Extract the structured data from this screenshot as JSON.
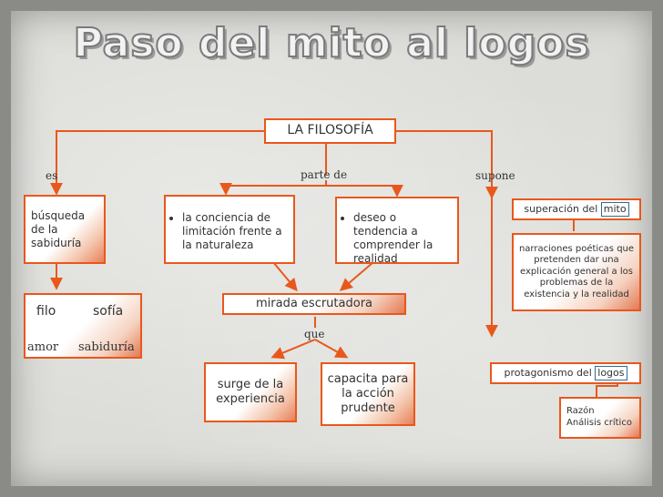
{
  "title": "Paso del mito al logos",
  "root": "LA FILOSOFÍA",
  "links": {
    "es": "es",
    "parte_de": "parte de",
    "supone": "supone",
    "que": "que"
  },
  "nodes": {
    "busqueda": "búsqueda de la sabiduría",
    "conciencia": "la conciencia de limitación frente a la naturaleza",
    "deseo": "deseo o tendencia a comprender la realidad",
    "mirada": "mirada escrutadora",
    "surge": "surge de la experiencia",
    "capacita": "capacita para la acción prudente",
    "superacion_prefix": "superación del",
    "superacion_word": "mito",
    "narraciones": "narraciones poéticas que pretenden dar una explicación general a los problemas de la existencia y la realidad",
    "protagonismo_prefix": "protagonismo del",
    "protagonismo_word": "logos",
    "razon": "Razón",
    "analisis": "Análisis crítico"
  },
  "etymology": {
    "filo": "filo",
    "sofia": "sofía",
    "amor": "amor",
    "sabiduria": "sabiduría"
  },
  "colors": {
    "accent": "#e8581c",
    "line": "#e8581c",
    "arrow_green": "#3c7a3c",
    "highlight": "#2f6b95"
  }
}
